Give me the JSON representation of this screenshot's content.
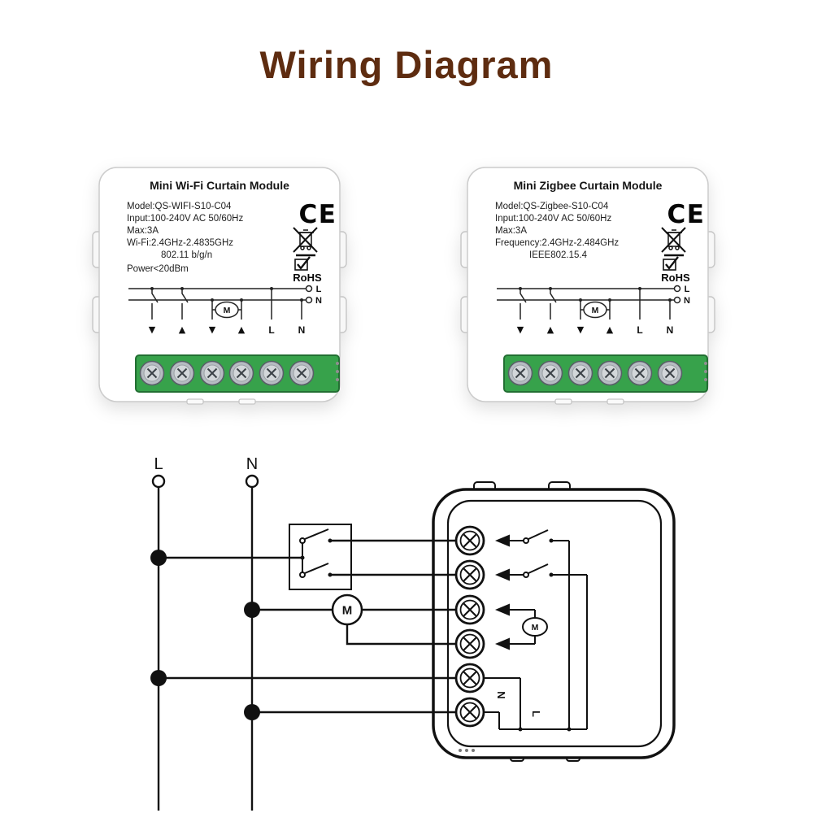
{
  "page": {
    "title": "Wiring Diagram"
  },
  "colors": {
    "title": "#5e2c10",
    "terminal_block_green": "#37a24b",
    "wire": "#111111",
    "device_body": "#ffffff"
  },
  "cards": {
    "ce_mark": "CE",
    "rohs_label": "RoHS",
    "schematic": {
      "arrows": [
        "▼",
        "▲",
        "▼",
        "▲"
      ],
      "l": "L",
      "n": "N",
      "motor": "M"
    },
    "modules": [
      {
        "title": "Mini Wi-Fi Curtain Module",
        "specs": [
          "Model:QS-WIFI-S10-C04",
          "Input:100-240V AC  50/60Hz",
          "Max:3A",
          "Wi-Fi:2.4GHz-2.4835GHz",
          "802.11 b/g/n",
          "Power<20dBm"
        ]
      },
      {
        "title": "Mini Zigbee Curtain Module",
        "specs": [
          "Model:QS-Zigbee-S10-C04",
          "Input:100-240V AC  50/60Hz",
          "Max:3A",
          "Frequency:2.4GHz-2.484GHz",
          "IEEE802.15.4"
        ]
      }
    ]
  },
  "wiring_diagram": {
    "live_label": "L",
    "neutral_label": "N",
    "motor_label": "M",
    "module_internal": {
      "neutral_label": "N",
      "live_label": "L"
    }
  }
}
